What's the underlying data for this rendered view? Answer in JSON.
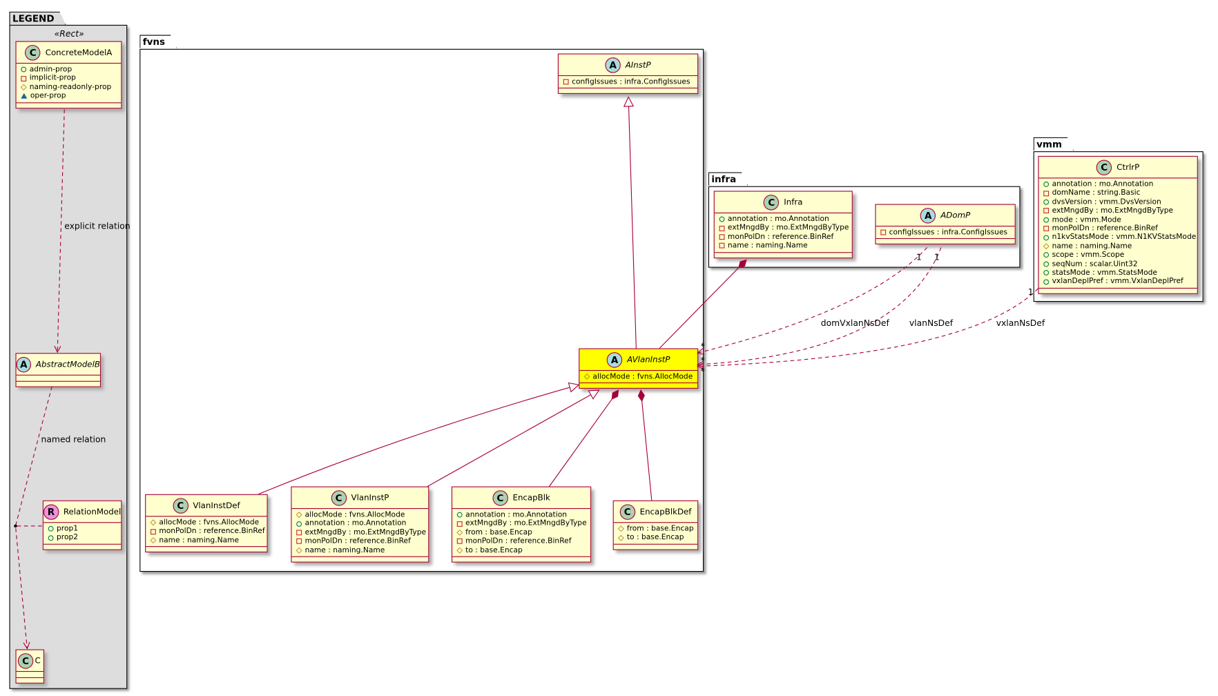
{
  "packages": {
    "legend": {
      "name": "LEGEND",
      "stereotype": "«Rect»"
    },
    "fvns": {
      "name": "fvns"
    },
    "infra": {
      "name": "infra"
    },
    "vmm": {
      "name": "vmm"
    }
  },
  "colors": {
    "border": "#a80036",
    "fill": "#fefece",
    "highlight": "#ffff00",
    "class_icon": "#add1b2",
    "abstract_icon": "#a9dcdf",
    "relation_icon": "#eb93df"
  },
  "classes": {
    "ConcreteModelA": {
      "name": "ConcreteModelA",
      "kind": "C",
      "abstract": false,
      "attrs": [
        {
          "vis": "public",
          "text": "admin-prop"
        },
        {
          "vis": "private",
          "text": "implicit-prop"
        },
        {
          "vis": "protected",
          "text": "naming-readonly-prop"
        },
        {
          "vis": "package",
          "text": "oper-prop"
        }
      ]
    },
    "AbstractModelB": {
      "name": "AbstractModelB",
      "kind": "A",
      "abstract": true,
      "attrs": []
    },
    "RelationModel": {
      "name": "RelationModel",
      "kind": "R",
      "abstract": false,
      "attrs": [
        {
          "vis": "public",
          "text": "prop1"
        },
        {
          "vis": "public",
          "text": "prop2"
        }
      ]
    },
    "C": {
      "name": "C",
      "kind": "C",
      "abstract": false,
      "attrs": []
    },
    "AInstP": {
      "name": "AInstP",
      "kind": "A",
      "abstract": true,
      "attrs": [
        {
          "vis": "private",
          "text": "configIssues : infra.ConfigIssues"
        }
      ]
    },
    "AVlanInstP": {
      "name": "AVlanInstP",
      "kind": "A",
      "abstract": true,
      "highlight": true,
      "attrs": [
        {
          "vis": "protected",
          "text": "allocMode : fvns.AllocMode"
        }
      ]
    },
    "VlanInstDef": {
      "name": "VlanInstDef",
      "kind": "C",
      "abstract": false,
      "attrs": [
        {
          "vis": "protected",
          "text": "allocMode : fvns.AllocMode"
        },
        {
          "vis": "private",
          "text": "monPolDn : reference.BinRef"
        },
        {
          "vis": "protected",
          "text": "name : naming.Name"
        }
      ]
    },
    "VlanInstP": {
      "name": "VlanInstP",
      "kind": "C",
      "abstract": false,
      "attrs": [
        {
          "vis": "protected",
          "text": "allocMode : fvns.AllocMode"
        },
        {
          "vis": "public",
          "text": "annotation : mo.Annotation"
        },
        {
          "vis": "private",
          "text": "extMngdBy : mo.ExtMngdByType"
        },
        {
          "vis": "private",
          "text": "monPolDn : reference.BinRef"
        },
        {
          "vis": "protected",
          "text": "name : naming.Name"
        }
      ]
    },
    "EncapBlk": {
      "name": "EncapBlk",
      "kind": "C",
      "abstract": false,
      "attrs": [
        {
          "vis": "public",
          "text": "annotation : mo.Annotation"
        },
        {
          "vis": "private",
          "text": "extMngdBy : mo.ExtMngdByType"
        },
        {
          "vis": "protected",
          "text": "from : base.Encap"
        },
        {
          "vis": "private",
          "text": "monPolDn : reference.BinRef"
        },
        {
          "vis": "protected",
          "text": "to : base.Encap"
        }
      ]
    },
    "EncapBlkDef": {
      "name": "EncapBlkDef",
      "kind": "C",
      "abstract": false,
      "attrs": [
        {
          "vis": "protected",
          "text": "from : base.Encap"
        },
        {
          "vis": "protected",
          "text": "to : base.Encap"
        }
      ]
    },
    "Infra": {
      "name": "Infra",
      "kind": "C",
      "abstract": false,
      "attrs": [
        {
          "vis": "public",
          "text": "annotation : mo.Annotation"
        },
        {
          "vis": "private",
          "text": "extMngdBy : mo.ExtMngdByType"
        },
        {
          "vis": "private",
          "text": "monPolDn : reference.BinRef"
        },
        {
          "vis": "private",
          "text": "name : naming.Name"
        }
      ]
    },
    "ADomP": {
      "name": "ADomP",
      "kind": "A",
      "abstract": true,
      "attrs": [
        {
          "vis": "private",
          "text": "configIssues : infra.ConfigIssues"
        }
      ]
    },
    "CtrlrP": {
      "name": "CtrlrP",
      "kind": "C",
      "abstract": false,
      "attrs": [
        {
          "vis": "public",
          "text": "annotation : mo.Annotation"
        },
        {
          "vis": "private",
          "text": "domName : string.Basic"
        },
        {
          "vis": "public",
          "text": "dvsVersion : vmm.DvsVersion"
        },
        {
          "vis": "private",
          "text": "extMngdBy : mo.ExtMngdByType"
        },
        {
          "vis": "public",
          "text": "mode : vmm.Mode"
        },
        {
          "vis": "private",
          "text": "monPolDn : reference.BinRef"
        },
        {
          "vis": "public",
          "text": "n1kvStatsMode : vmm.N1KVStatsMode"
        },
        {
          "vis": "protected",
          "text": "name : naming.Name"
        },
        {
          "vis": "public",
          "text": "scope : vmm.Scope"
        },
        {
          "vis": "public",
          "text": "seqNum : scalar.Uint32"
        },
        {
          "vis": "public",
          "text": "statsMode : vmm.StatsMode"
        },
        {
          "vis": "public",
          "text": "vxlanDeplPref : vmm.VxlanDeplPref"
        }
      ]
    }
  },
  "edges": {
    "explicit": {
      "label": "explicit relation"
    },
    "named": {
      "label": "named relation"
    },
    "domVxlanNsDef": {
      "label": "domVxlanNsDef",
      "src_mult": "1",
      "dst_mult": "*"
    },
    "vlanNsDef": {
      "label": "vlanNsDef",
      "src_mult": "1",
      "dst_mult": "*"
    },
    "vxlanNsDef": {
      "label": "vxlanNsDef",
      "src_mult": "1",
      "dst_mult": "*"
    }
  }
}
